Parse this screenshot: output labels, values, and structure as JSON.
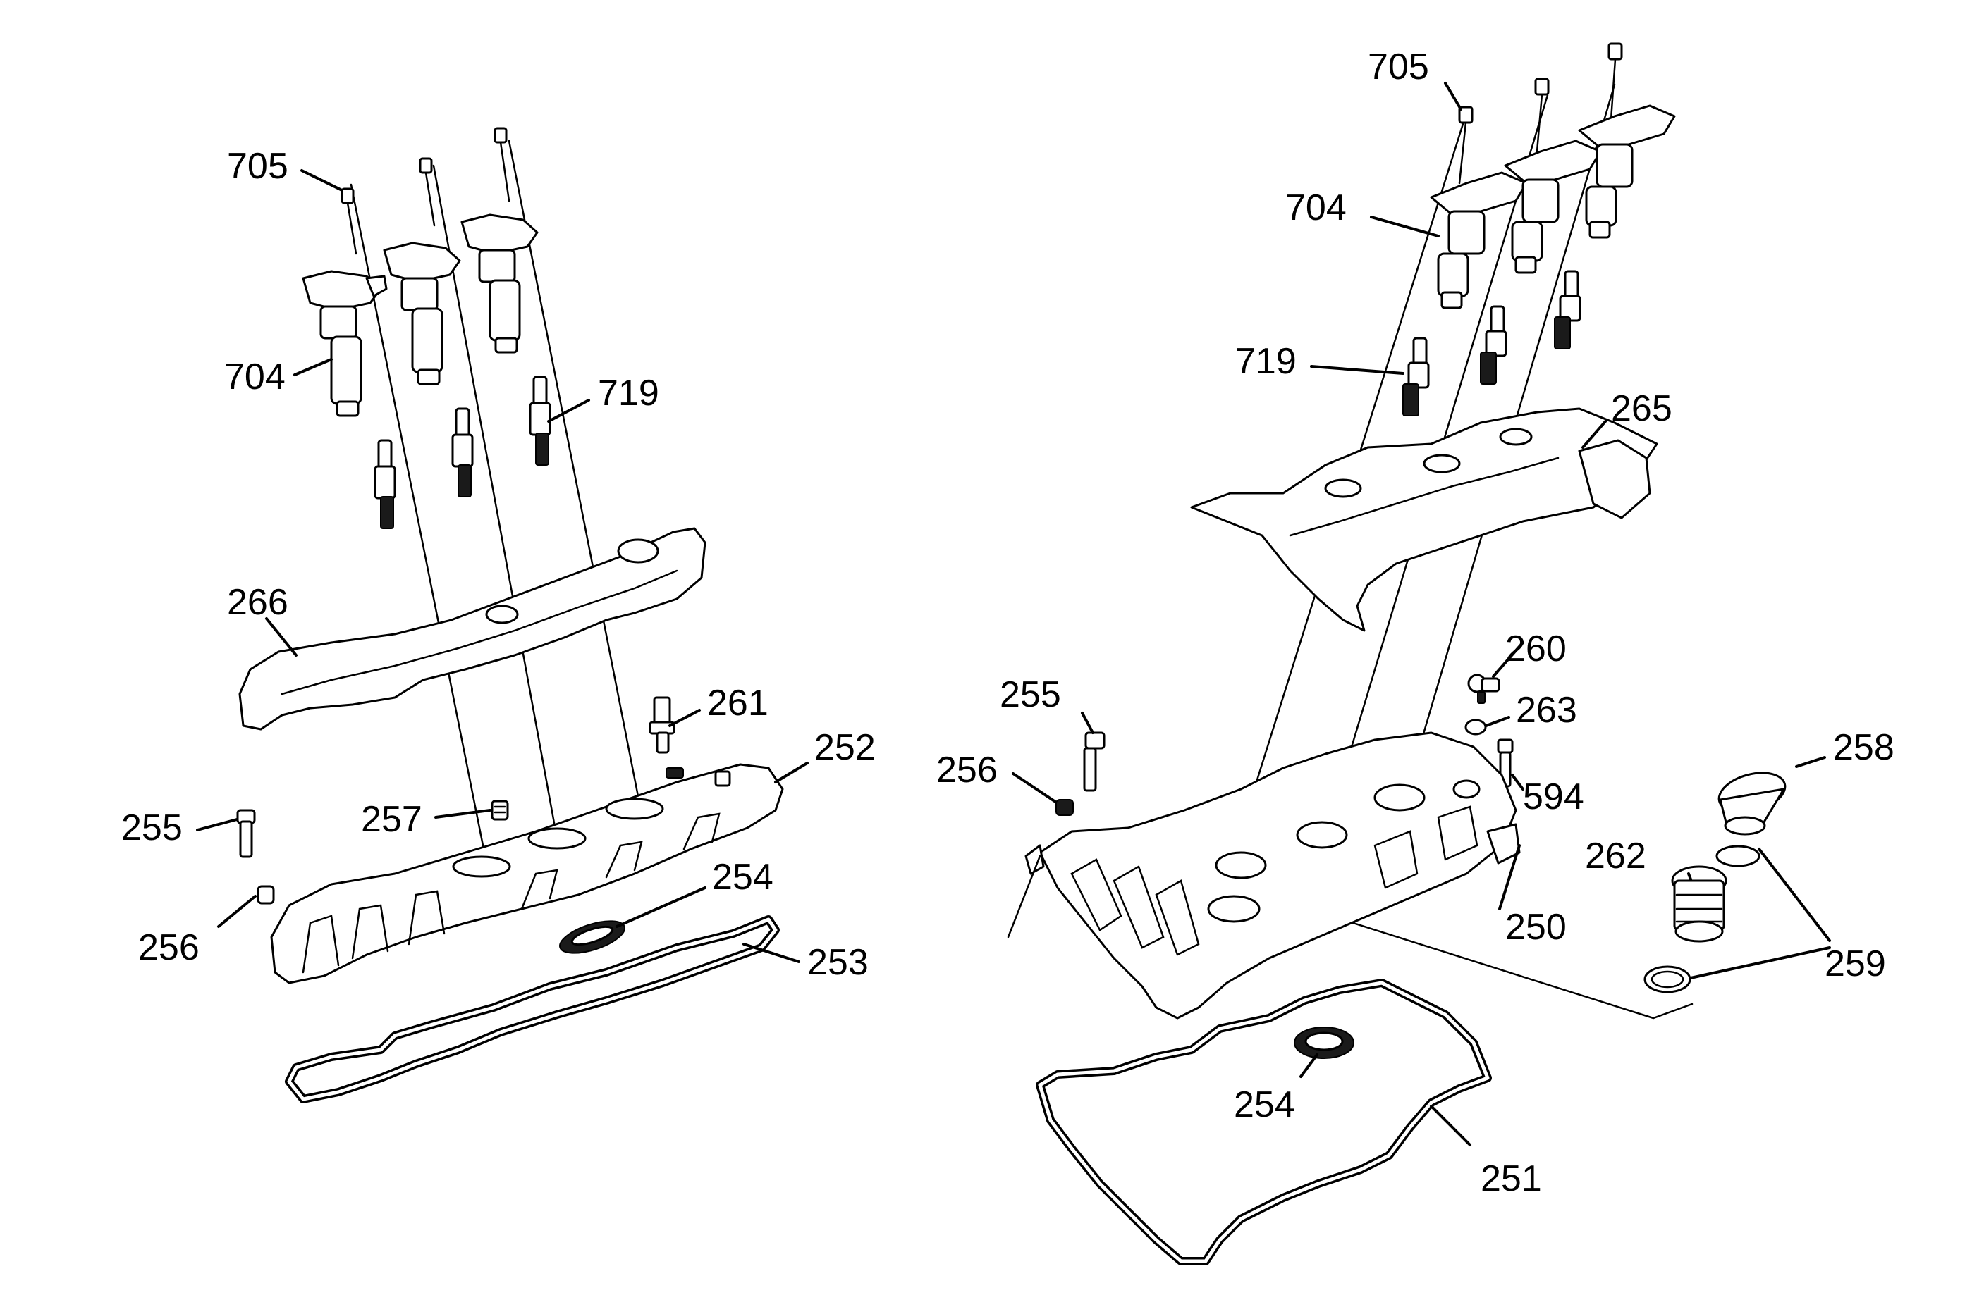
{
  "left_assembly": {
    "callouts": [
      "705",
      "704",
      "719",
      "266",
      "261",
      "252",
      "257",
      "255",
      "256",
      "254",
      "253"
    ]
  },
  "right_assembly": {
    "callouts": [
      "705",
      "704",
      "719",
      "265",
      "260",
      "263",
      "255",
      "256",
      "594",
      "258",
      "262",
      "259",
      "250",
      "254",
      "251"
    ]
  }
}
